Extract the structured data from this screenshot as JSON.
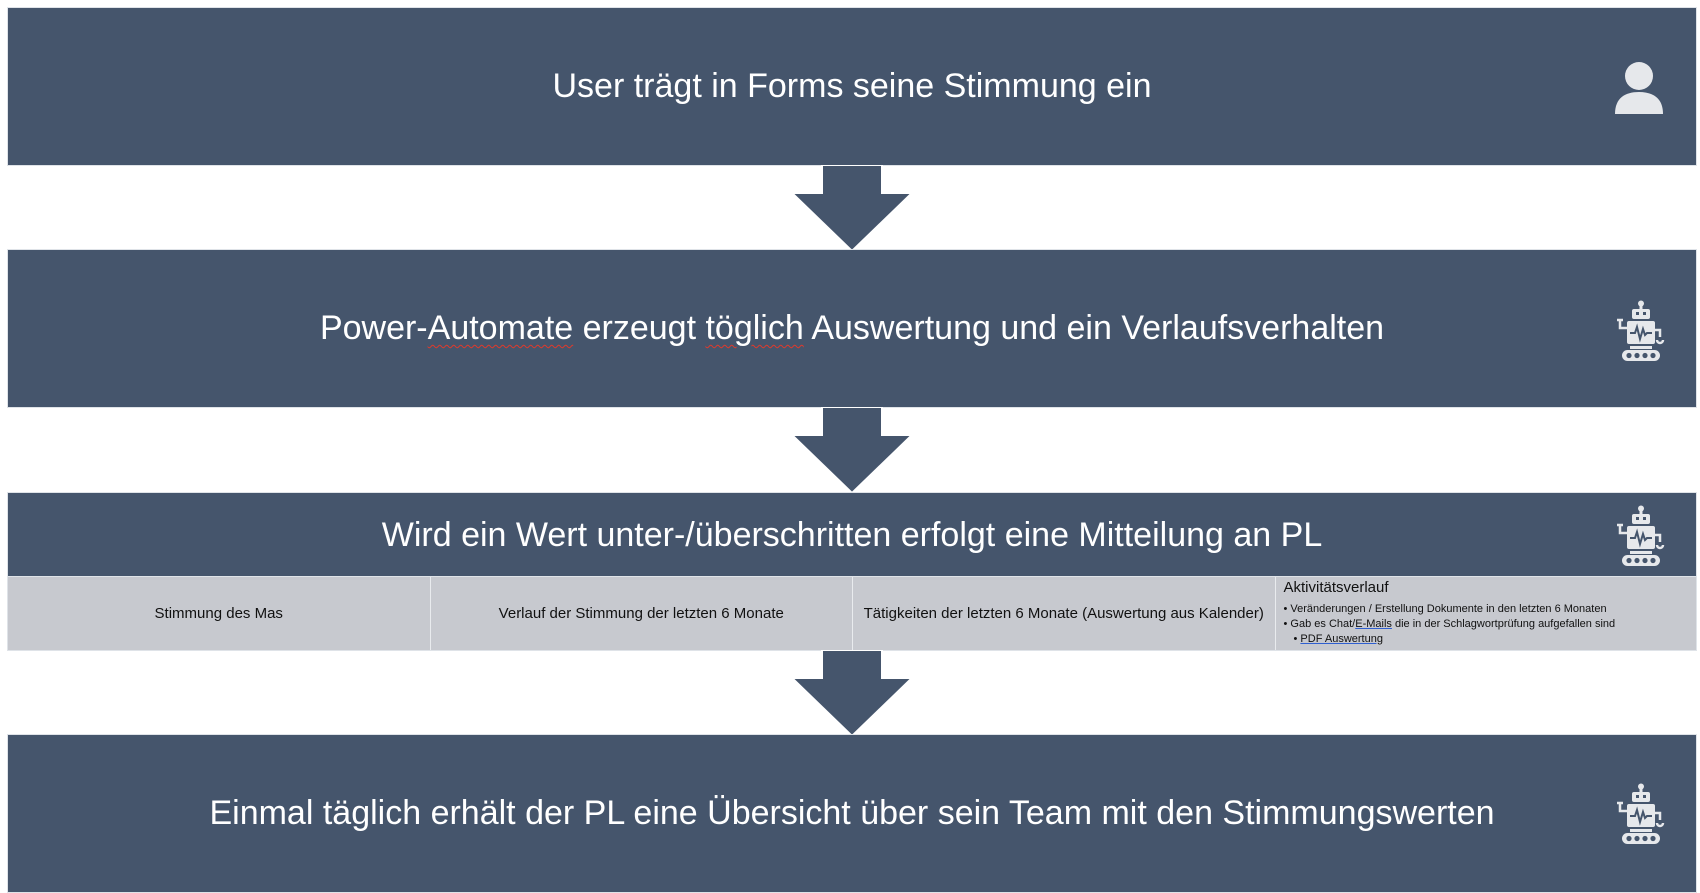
{
  "steps": [
    {
      "title": "User trägt in Forms seine Stimmung ein",
      "icon": "person-icon"
    },
    {
      "title_parts": [
        "Power-",
        "Automate",
        " erzeugt ",
        "töglich",
        " Auswertung und ein Verlaufsverhalten"
      ],
      "icon": "robot-icon"
    },
    {
      "title": "Wird ein Wert unter-/überschritten erfolgt eine Mitteilung an PL",
      "icon": "robot-icon"
    },
    {
      "title": "Einmal täglich erhält der PL eine Übersicht über sein Team mit den Stimmungswerten",
      "icon": "robot-icon"
    }
  ],
  "details": {
    "col1": "Stimmung des Mas",
    "col2": "Verlauf der Stimmung der letzten 6 Monate",
    "col3": "Tätigkeiten der letzten 6 Monate (Auswertung aus Kalender)",
    "col4": {
      "title": "Aktivitätsverlauf",
      "item1": "Veränderungen / Erstellung Dokumente in den letzten 6 Monaten",
      "item2_pre": "Gab es Chat/",
      "item2_link": "E-Mails",
      "item2_post": " die in der Schlagwortprüfung aufgefallen sind",
      "sub1": "PDF Auswertung"
    }
  },
  "colors": {
    "box": "#45556c",
    "strip": "#c7c9cf",
    "icon": "#e6e8eb"
  }
}
